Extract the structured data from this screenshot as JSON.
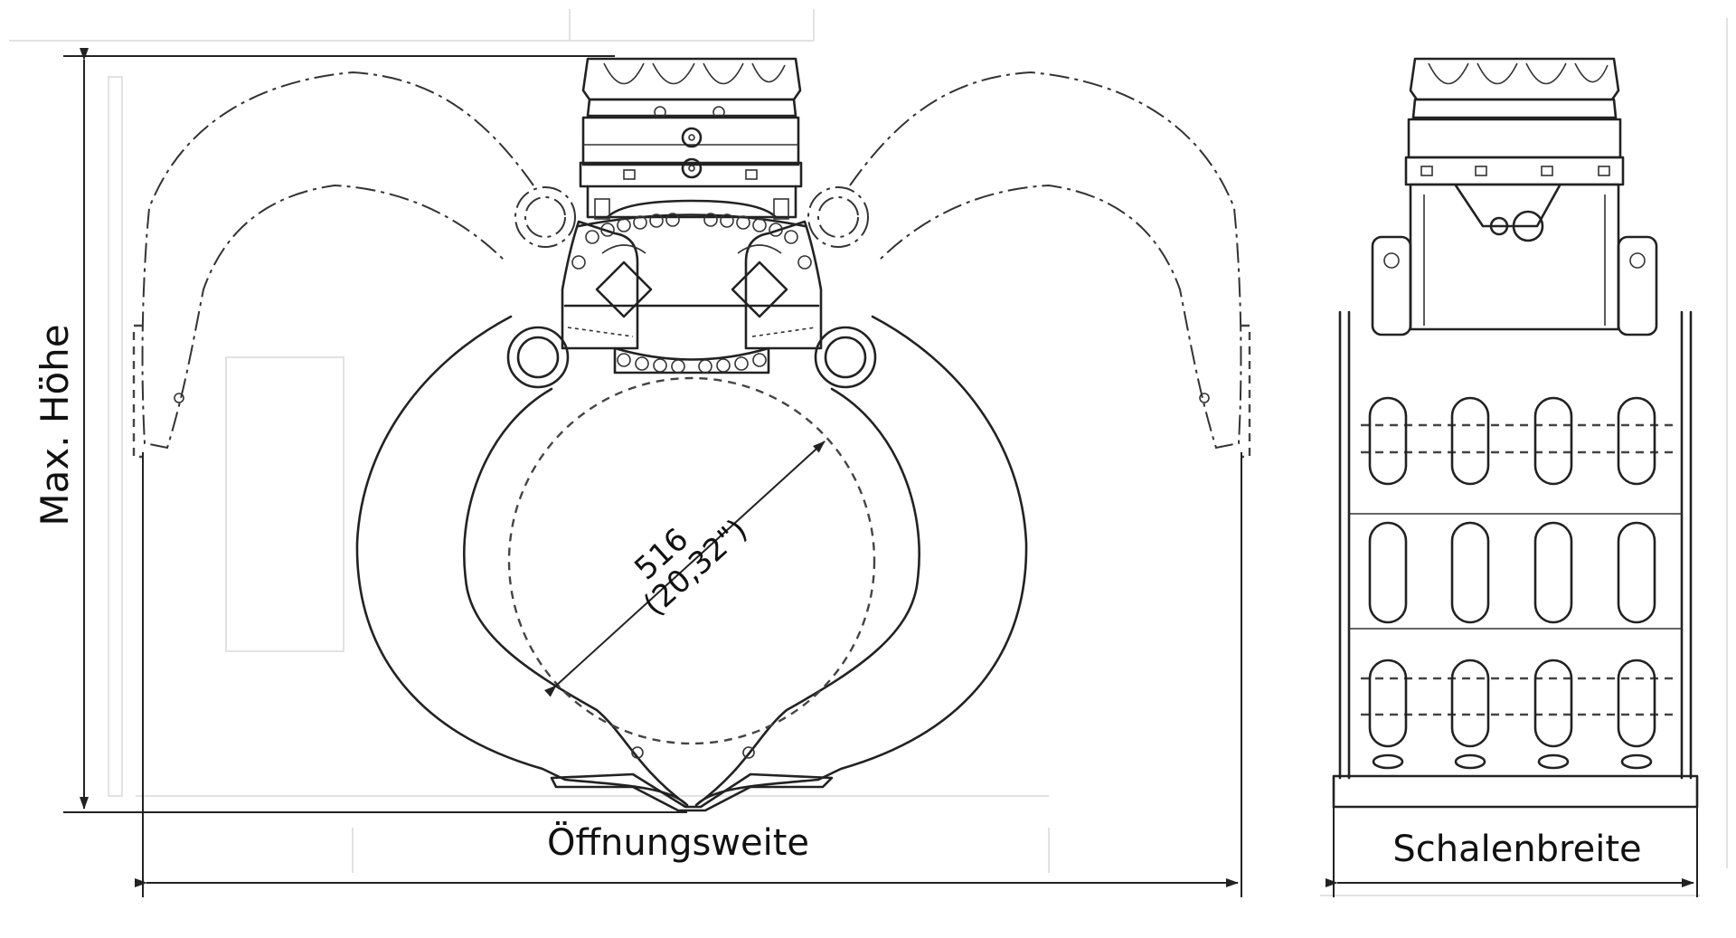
{
  "labels": {
    "max_height": "Max. Höhe",
    "opening_width": "Öffnungsweite",
    "shell_width": "Schalenbreite",
    "diameter_mm": "516",
    "diameter_in": "(20,32\")"
  },
  "colors": {
    "line": "#222222",
    "background": "#ffffff"
  }
}
